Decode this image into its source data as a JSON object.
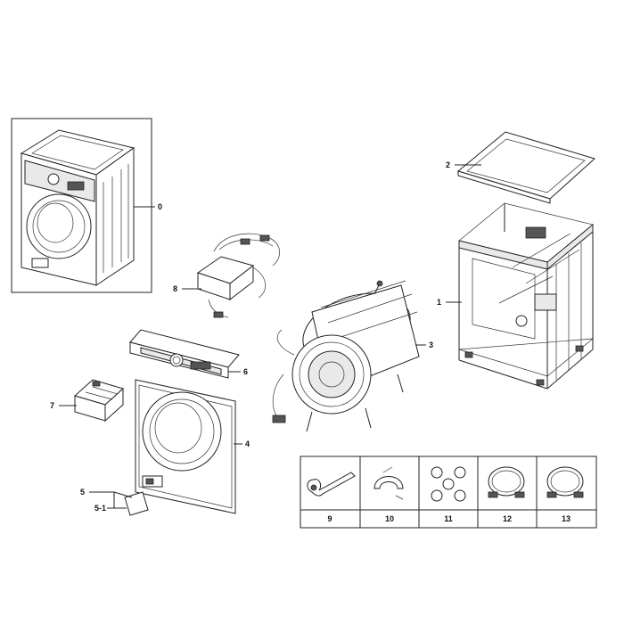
{
  "callouts": {
    "c0": "0",
    "c1": "1",
    "c2": "2",
    "c3": "3",
    "c4": "4",
    "c5": "5",
    "c5_1": "5-1",
    "c6": "6",
    "c7": "7",
    "c8": "8"
  },
  "accessories": {
    "labels": [
      "9",
      "10",
      "11",
      "12",
      "13"
    ]
  }
}
